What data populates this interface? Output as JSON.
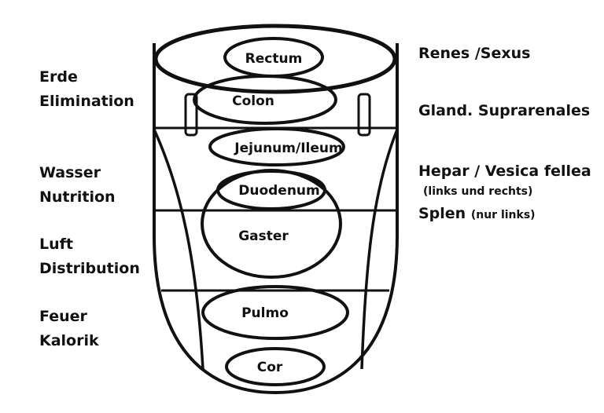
{
  "left_labels": [
    {
      "line1": "Erde",
      "line2": "Elimination"
    },
    {
      "line1": "Wasser",
      "line2": "Nutrition"
    },
    {
      "line1": "Luft",
      "line2": "Distribution"
    },
    {
      "line1": "Feuer",
      "line2": "Kalorik"
    }
  ],
  "right_labels": {
    "renes": "Renes /Sexus",
    "gland": "Gland. Suprarenales",
    "hepar": "Hepar / Vesica fellea",
    "hepar_note": "(links und rechts)",
    "splen": "Splen",
    "splen_note": "(nur links)"
  },
  "organs": {
    "rectum": "Rectum",
    "colon": "Colon",
    "jejunum": "Jejunum/Ileum",
    "duodenum": "Duodenum",
    "gaster": "Gaster",
    "pulmo": "Pulmo",
    "cor": "Cor"
  }
}
